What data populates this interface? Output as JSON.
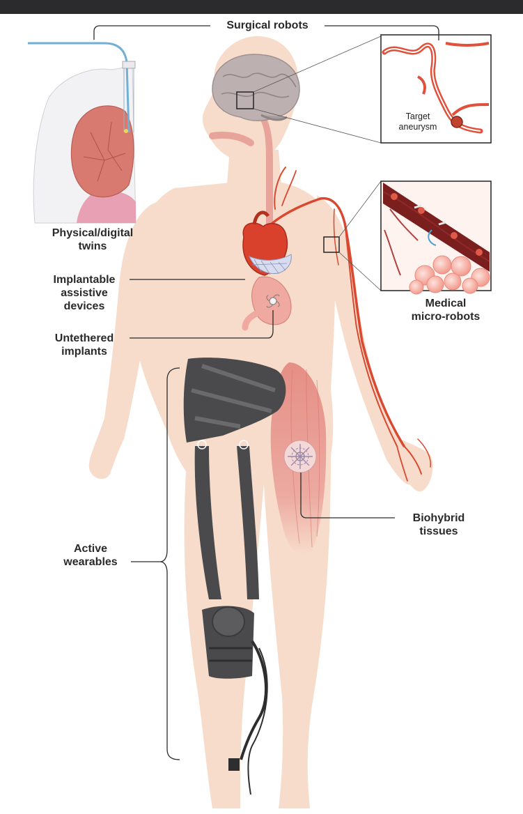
{
  "labels": {
    "surgical_robots": "Surgical robots",
    "physical_digital_twins": [
      "Physical/digital",
      "twins"
    ],
    "implantable_devices": [
      "Implantable",
      "assistive",
      "devices"
    ],
    "untethered_implants": [
      "Untethered",
      "implants"
    ],
    "medical_microrobots": [
      "Medical",
      "micro-robots"
    ],
    "biohybrid_tissues": [
      "Biohybrid",
      "tissues"
    ],
    "active_wearables": [
      "Active",
      "wearables"
    ],
    "target_aneurysm": [
      "Target",
      "aneurysm"
    ]
  },
  "colors": {
    "skin": "#f7dccb",
    "artery": "#e0503a",
    "muscle": "#e9a39a",
    "brain": "#b9aeae",
    "exoskeleton": "#4a4a4c",
    "label_text": "#2a2a2a",
    "top_bar": "#2b2b2d"
  }
}
